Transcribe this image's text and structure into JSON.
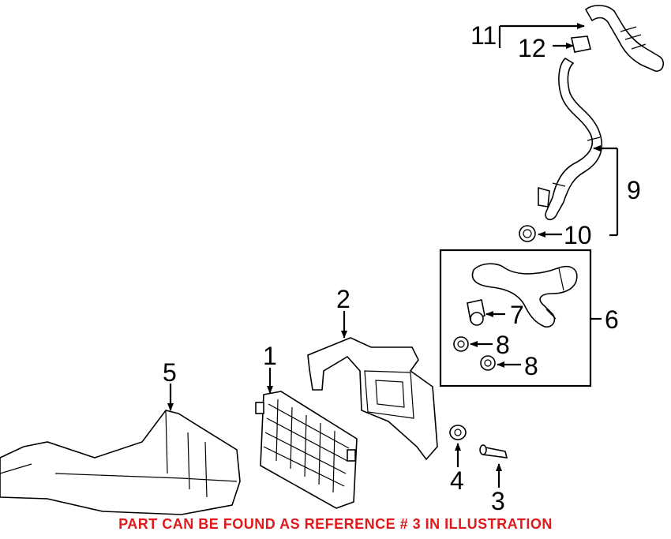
{
  "callouts": {
    "c1": "1",
    "c2": "2",
    "c3": "3",
    "c4": "4",
    "c5": "5",
    "c6": "6",
    "c7": "7",
    "c8a": "8",
    "c8b": "8",
    "c9": "9",
    "c10": "10",
    "c11": "11",
    "c12": "12"
  },
  "note": "PART CAN BE FOUND AS REFERENCE # 3 IN ILLUSTRATION",
  "colors": {
    "note": "#e0191b",
    "ink": "#000000"
  }
}
